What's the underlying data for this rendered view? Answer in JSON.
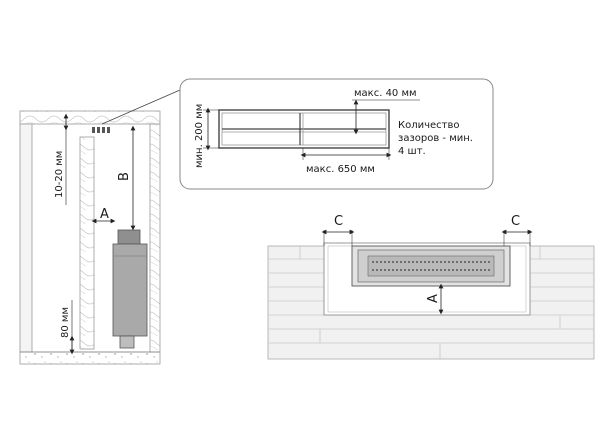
{
  "callout": {
    "dim_max_gap": "макс. 40 мм",
    "dim_height": "мин. 200 мм",
    "dim_width": "макс. 650 мм",
    "note_line1": "Количество",
    "note_line2": "зазоров - мин.",
    "note_line3": "4 шт."
  },
  "section": {
    "dim_top_gap": "10-20 мм",
    "dim_bottom": "80 мм",
    "label_a": "A",
    "label_b": "B"
  },
  "plan": {
    "label_c_left": "C",
    "label_c_right": "C",
    "label_a": "A"
  }
}
